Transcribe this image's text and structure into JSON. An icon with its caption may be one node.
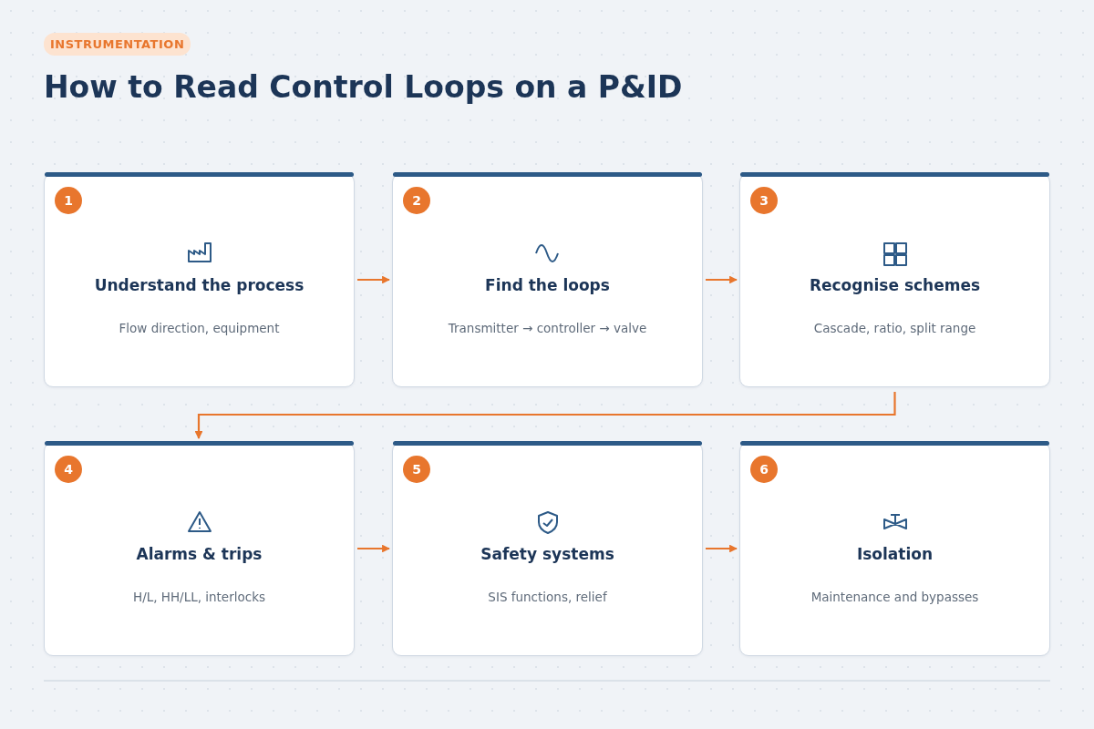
{
  "diagram": {
    "title": "How to Read Control Loops on a P&ID",
    "nodes": [
      {
        "text": [
          "1",
          "Understand the process",
          "Flow direction, equipment"
        ]
      },
      {
        "text": [
          "2",
          "Find the loops",
          "Transmitter → controller → valve"
        ]
      },
      {
        "text": [
          "3",
          "Recognise schemes",
          "Cascade, ratio, split range"
        ]
      },
      {
        "text": [
          "4",
          "Alarms & trips",
          "H/L, HH/LL, interlocks"
        ]
      },
      {
        "text": [
          "5",
          "Safety systems",
          "SIS functions, relief"
        ]
      },
      {
        "text": [
          "6",
          "Isolation",
          "Maintenance and bypasses"
        ]
      }
    ],
    "edges": [
      {
        "from": 0,
        "to": 1,
        "arrow": "to"
      },
      {
        "from": 1,
        "to": 2,
        "arrow": "to"
      },
      {
        "from": 2,
        "to": 3,
        "arrow": "to"
      },
      {
        "from": 3,
        "to": 4,
        "arrow": "to"
      },
      {
        "from": 4,
        "to": 5,
        "arrow": "to"
      }
    ],
    "labels": [
      "INSTRUMENTATION"
    ]
  }
}
